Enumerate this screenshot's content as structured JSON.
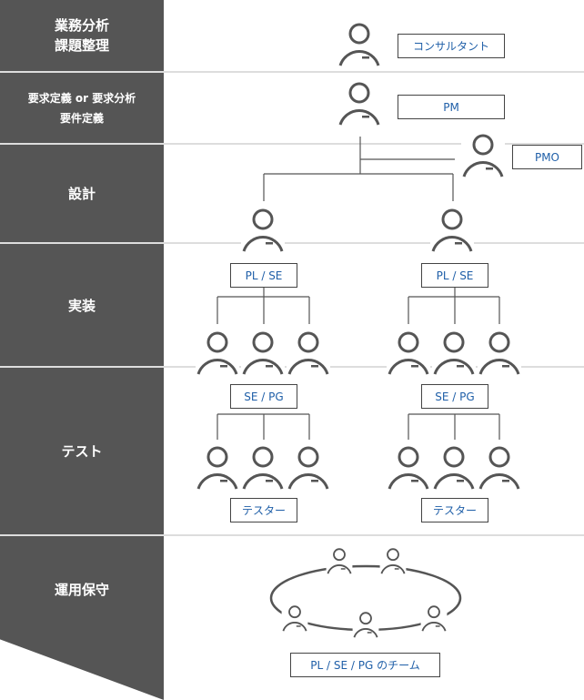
{
  "phases": [
    {
      "lines": [
        "業務分析",
        "課題整理"
      ]
    },
    {
      "lines": [
        "要求定義 or 要求分析",
        "要件定義"
      ]
    },
    {
      "lines": [
        "設計"
      ]
    },
    {
      "lines": [
        "実装"
      ]
    },
    {
      "lines": [
        "テスト"
      ]
    },
    {
      "lines": [
        "運用保守"
      ]
    }
  ],
  "roles": {
    "consultant": "コンサルタント",
    "pm": "PM",
    "pmo": "PMO",
    "pl_se_left": "PL / SE",
    "pl_se_right": "PL / SE",
    "se_pg_left": "SE / PG",
    "se_pg_right": "SE / PG",
    "tester_left": "テスター",
    "tester_right": "テスター",
    "team": "PL / SE / PG のチーム"
  },
  "colors": {
    "sidebar": "#555555",
    "label_text": "#1f5fa8",
    "line": "#555555",
    "separator": "#dddddd"
  }
}
